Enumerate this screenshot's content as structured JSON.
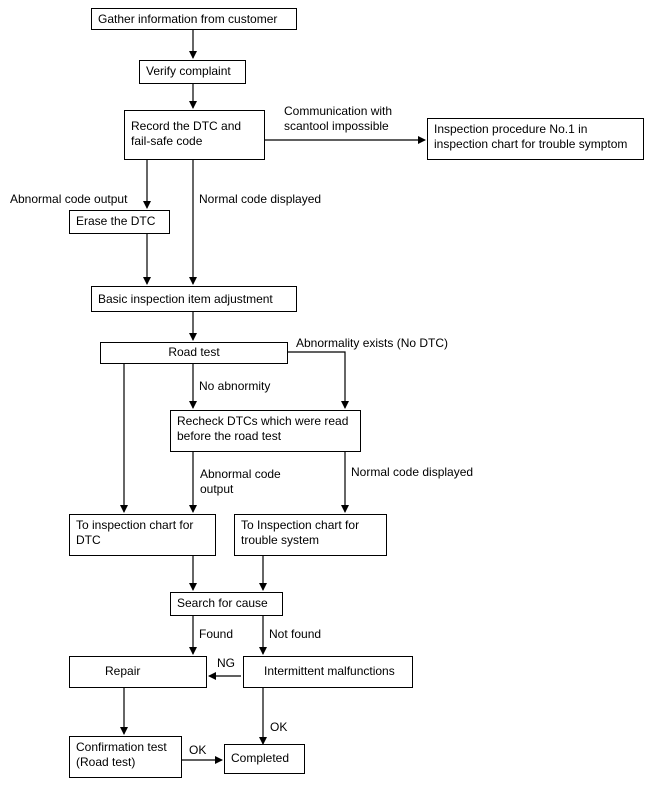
{
  "nodes": {
    "gather": "Gather information from customer",
    "verify": "Verify complaint",
    "record": "Record the DTC and\nfail-safe code",
    "inspection_no1": "Inspection procedure No.1 in\ninspection chart for trouble symptom",
    "erase": "Erase the DTC",
    "basic": "Basic inspection item adjustment",
    "road_test": "Road test",
    "recheck": "Recheck DTCs which were read\nbefore the road test",
    "chart_dtc": "To inspection chart for\nDTC",
    "chart_trouble": "To Inspection chart for\ntrouble system",
    "search": "Search for cause",
    "repair": "Repair",
    "intermittent": "Intermittent malfunctions",
    "confirm": "Confirmation test\n(Road test)",
    "completed": "Completed"
  },
  "edge_labels": {
    "comm_impossible": "Communication with\nscantool impossible",
    "abnormal_output_1": "Abnormal code output",
    "normal_displayed_1": "Normal code displayed",
    "abnormality_exists": "Abnormality exists (No DTC)",
    "no_abnormity": "No abnormity",
    "abnormal_output_2": "Abnormal code\noutput",
    "normal_displayed_2": "Normal code displayed",
    "found": "Found",
    "not_found": "Not found",
    "ng": "NG",
    "ok_1": "OK",
    "ok_2": "OK"
  }
}
